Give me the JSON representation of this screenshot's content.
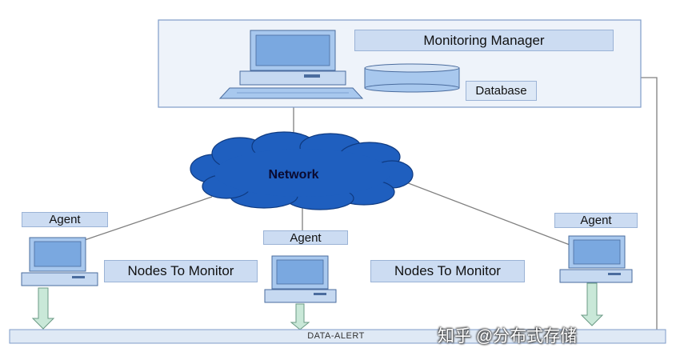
{
  "manager": {
    "title": "Monitoring Manager",
    "database_label": "Database"
  },
  "network": {
    "label": "Network"
  },
  "agents": {
    "left": "Agent",
    "middle": "Agent",
    "right": "Agent"
  },
  "nodes": {
    "left": "Nodes To Monitor",
    "right": "Nodes To Monitor"
  },
  "bus": {
    "label": "DATA-ALERT"
  },
  "watermark": {
    "text": "知乎 @分布式存储"
  },
  "colors": {
    "box_border": "#7f9cc9",
    "label_fill": "#ccdcf2",
    "monitor_fill": "#a8c8ee",
    "screen_fill": "#7aa8e0",
    "cloud_fill": "#1f5fbf",
    "arrow_fill": "#c9e8d8",
    "line": "#808080"
  },
  "icons": [
    "computer-icon",
    "database-icon",
    "network-cloud-icon",
    "down-arrow-icon"
  ]
}
